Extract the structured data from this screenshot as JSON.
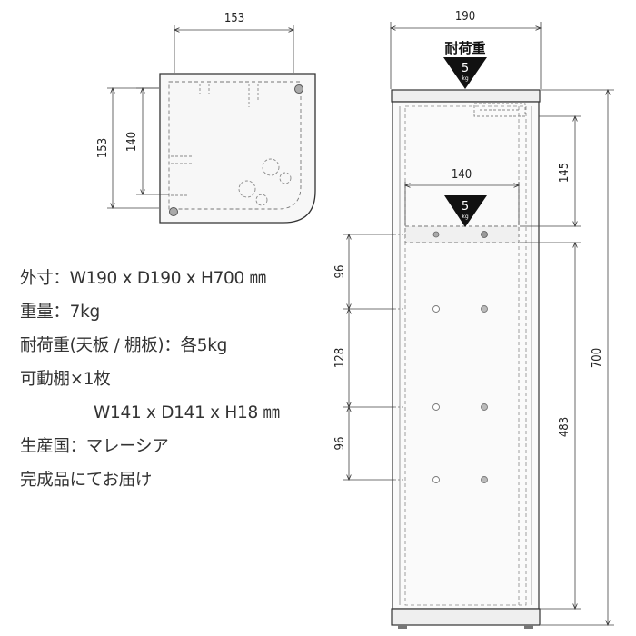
{
  "top_view": {
    "width_label": "153",
    "depth_label": "153",
    "inner_label": "140"
  },
  "front_view": {
    "width_label": "190",
    "height_label": "700",
    "shelf_width_label": "140",
    "top_section_label": "145",
    "lower_section_label": "483",
    "pitch_labels": [
      "96",
      "128",
      "96"
    ],
    "load_title": "耐荷重",
    "badges": [
      {
        "value": "5",
        "unit": "kg"
      },
      {
        "value": "5",
        "unit": "kg"
      }
    ]
  },
  "specs": [
    "外寸：W190 x D190 x H700 ㎜",
    "重量：7kg",
    "耐荷重(天板 / 棚板)：各5kg",
    "可動棚×1枚",
    "W141 x D141 x H18 ㎜",
    "生産国：マレーシア",
    "完成品にてお届け"
  ]
}
